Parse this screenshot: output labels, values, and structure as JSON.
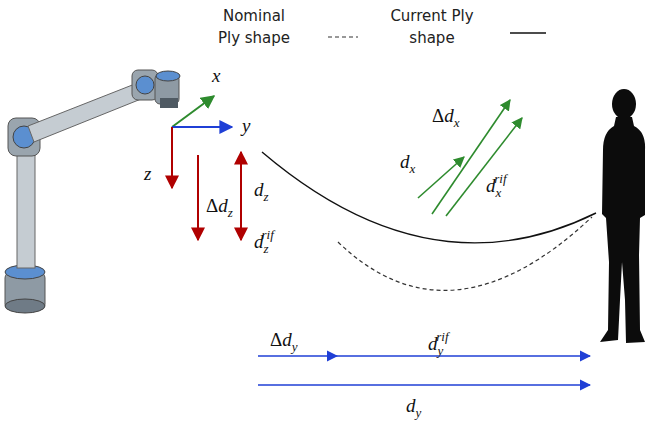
{
  "diagram": {
    "labels": [
      "x",
      "y",
      "z",
      "Δdz",
      "dz",
      "dzrif",
      "Δdx",
      "dx",
      "dxrif",
      "Δdy",
      "dyrif",
      "dy"
    ],
    "legend": [
      {
        "text": "Nominal Ply shape"
      },
      {
        "text": "Current Ply shape"
      }
    ]
  }
}
